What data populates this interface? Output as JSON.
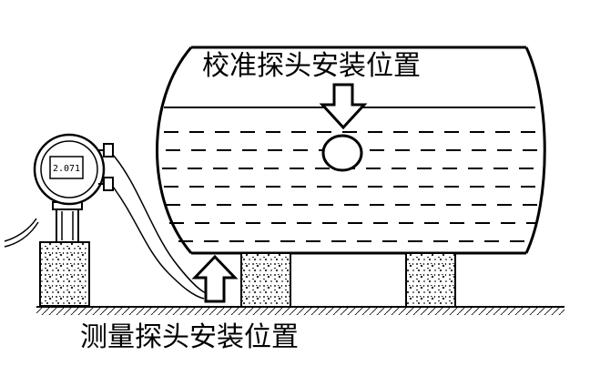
{
  "labels": {
    "calibration_probe": "校准探头安装位置",
    "measurement_probe": "测量探头安装位置"
  },
  "instrument": {
    "display_reading": "2.071"
  },
  "colors": {
    "ink": "#000000",
    "background": "#ffffff",
    "fill_pattern": "#333333"
  }
}
